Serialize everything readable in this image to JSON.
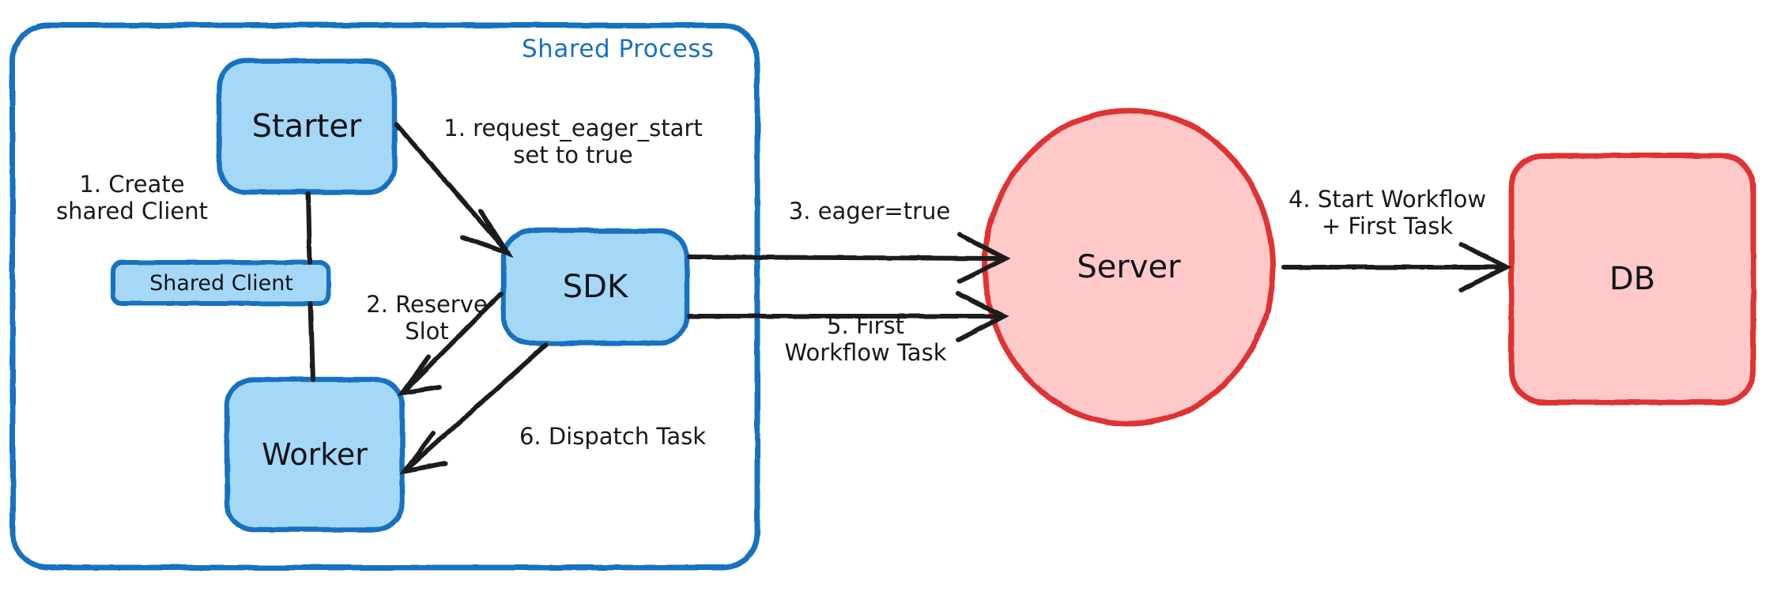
{
  "diagram": {
    "type": "flow-diagram",
    "style": "hand-drawn",
    "colors": {
      "blue_stroke": "#1971c2",
      "blue_fill": "#a5d8f7",
      "red_stroke": "#e03131",
      "red_fill": "#ffc9c9",
      "arrow": "#1e1e1e",
      "text": "#16191d"
    },
    "groups": [
      {
        "id": "shared-process",
        "title": "Shared Process"
      }
    ],
    "nodes": [
      {
        "id": "starter",
        "label": "Starter",
        "shape": "rounded-rect",
        "color": "blue"
      },
      {
        "id": "shared-client",
        "label": "Shared Client",
        "shape": "rounded-rect",
        "color": "blue"
      },
      {
        "id": "worker",
        "label": "Worker",
        "shape": "rounded-rect",
        "color": "blue"
      },
      {
        "id": "sdk",
        "label": "SDK",
        "shape": "rounded-rect",
        "color": "blue"
      },
      {
        "id": "server",
        "label": "Server",
        "shape": "ellipse",
        "color": "red"
      },
      {
        "id": "db",
        "label": "DB",
        "shape": "rounded-rect",
        "color": "red"
      }
    ],
    "edges": [
      {
        "id": "e1-create",
        "label": "1. Create\nshared Client",
        "from": "starter",
        "to": "shared-client",
        "arrow": false
      },
      {
        "id": "e1-eager",
        "label": "1. request_eager_start\nset to true",
        "from": "starter",
        "to": "sdk",
        "arrow": true
      },
      {
        "id": "e2-reserve",
        "label": "2. Reserve\nSlot",
        "from": "sdk",
        "to": "worker",
        "arrow": true
      },
      {
        "id": "e3-eager",
        "label": "3. eager=true",
        "from": "sdk",
        "to": "server",
        "arrow": true
      },
      {
        "id": "e4-start",
        "label": "4. Start Workflow\n+ First Task",
        "from": "server",
        "to": "db",
        "arrow": true
      },
      {
        "id": "e5-first",
        "label": "5. First\nWorkflow Task",
        "from": "server",
        "to": "sdk",
        "arrow": true
      },
      {
        "id": "e6-dispatch",
        "label": "6. Dispatch Task",
        "from": "sdk",
        "to": "worker",
        "arrow": true
      }
    ]
  }
}
